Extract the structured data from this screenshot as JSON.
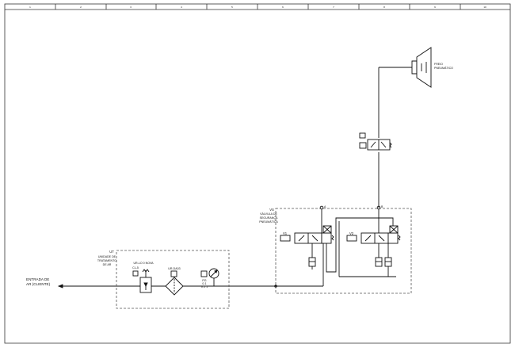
{
  "sheet": {
    "column_markers": [
      "1",
      "2",
      "3",
      "4",
      "5",
      "6",
      "7",
      "8",
      "9",
      "10"
    ]
  },
  "labels": {
    "entrada_line1": "ENTRADA DE",
    "entrada_line2": "AR (CLIENTE)",
    "ut_tag": "UT",
    "ut_line1": "UNIDADE DE",
    "ut_line2": "TRATAMENTO",
    "ut_line3": "DE AR",
    "regulator_tag": "UR-LO 0 NOVA",
    "regulator_sub": "CL-5",
    "filter_tag": "UR-DA03",
    "gauge_tag": "PG",
    "gauge_sub1": "0-1",
    "gauge_sub2": "0-1 1",
    "vs_tag": "VS",
    "vs_line1": "VÁLVULA DE",
    "vs_line2": "SEGURANÇA",
    "vs_line3": "PNEUMÁTICA",
    "v1": "V1",
    "v2": "V2",
    "port_a": "A",
    "port_b": "B",
    "freio_line1": "FREIO",
    "freio_line2": "PNEUMÁTICO"
  },
  "colors": {
    "line": "#111111",
    "frame": "#333333",
    "dashed": "#555555"
  }
}
